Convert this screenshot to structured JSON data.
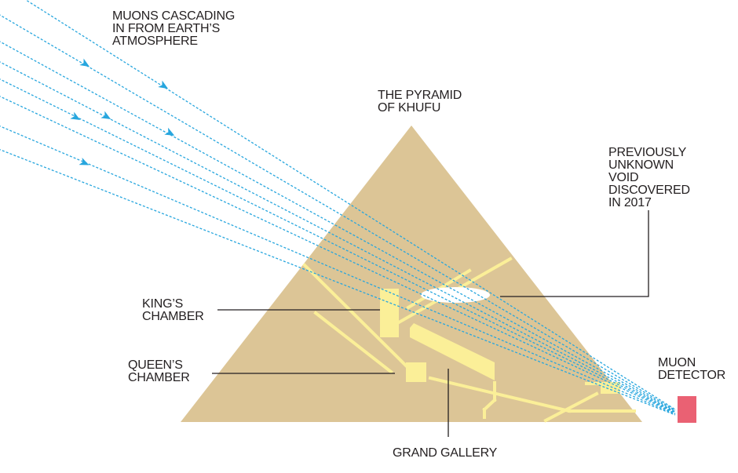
{
  "labels": {
    "muons": [
      "MUONS CASCADING",
      "IN FROM EARTH’S",
      "ATMOSPHERE"
    ],
    "pyramid": [
      "THE PYRAMID",
      "OF KHUFU"
    ],
    "void": [
      "PREVIOUSLY",
      "UNKNOWN",
      "VOID",
      "DISCOVERED",
      "IN 2017"
    ],
    "kings_chamber": [
      "KING’S",
      "CHAMBER"
    ],
    "queens_chamber": [
      "QUEEN’S",
      "CHAMBER"
    ],
    "grand_gallery": "GRAND GALLERY",
    "detector": [
      "MUON",
      "DETECTOR"
    ]
  },
  "colors": {
    "pyramid": "#dcc596",
    "passages": "#fbef98",
    "void": "#ffffff",
    "muon_path": "#27a6de",
    "detector": "#ea6173",
    "leader": "#231f20"
  },
  "icons": {
    "muon_direction": "arrow-icon"
  }
}
